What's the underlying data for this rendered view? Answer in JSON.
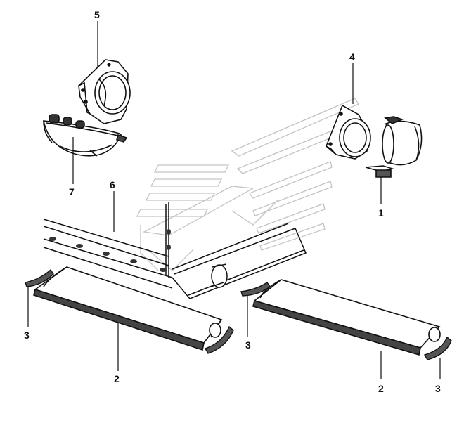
{
  "diagram": {
    "callouts": [
      {
        "id": "c5",
        "text": "5"
      },
      {
        "id": "c4",
        "text": "4"
      },
      {
        "id": "c7",
        "text": "7"
      },
      {
        "id": "c6",
        "text": "6"
      },
      {
        "id": "c1",
        "text": "1"
      },
      {
        "id": "c3a",
        "text": "3"
      },
      {
        "id": "c3b",
        "text": "3"
      },
      {
        "id": "c3c",
        "text": "3"
      },
      {
        "id": "c2a",
        "text": "2"
      },
      {
        "id": "c2b",
        "text": "2"
      }
    ],
    "colors": {
      "ink": "#111111",
      "watermark": "#bdbdbd",
      "paper": "#ffffff"
    },
    "watermark_icon": "stylized-logo-watermark"
  }
}
